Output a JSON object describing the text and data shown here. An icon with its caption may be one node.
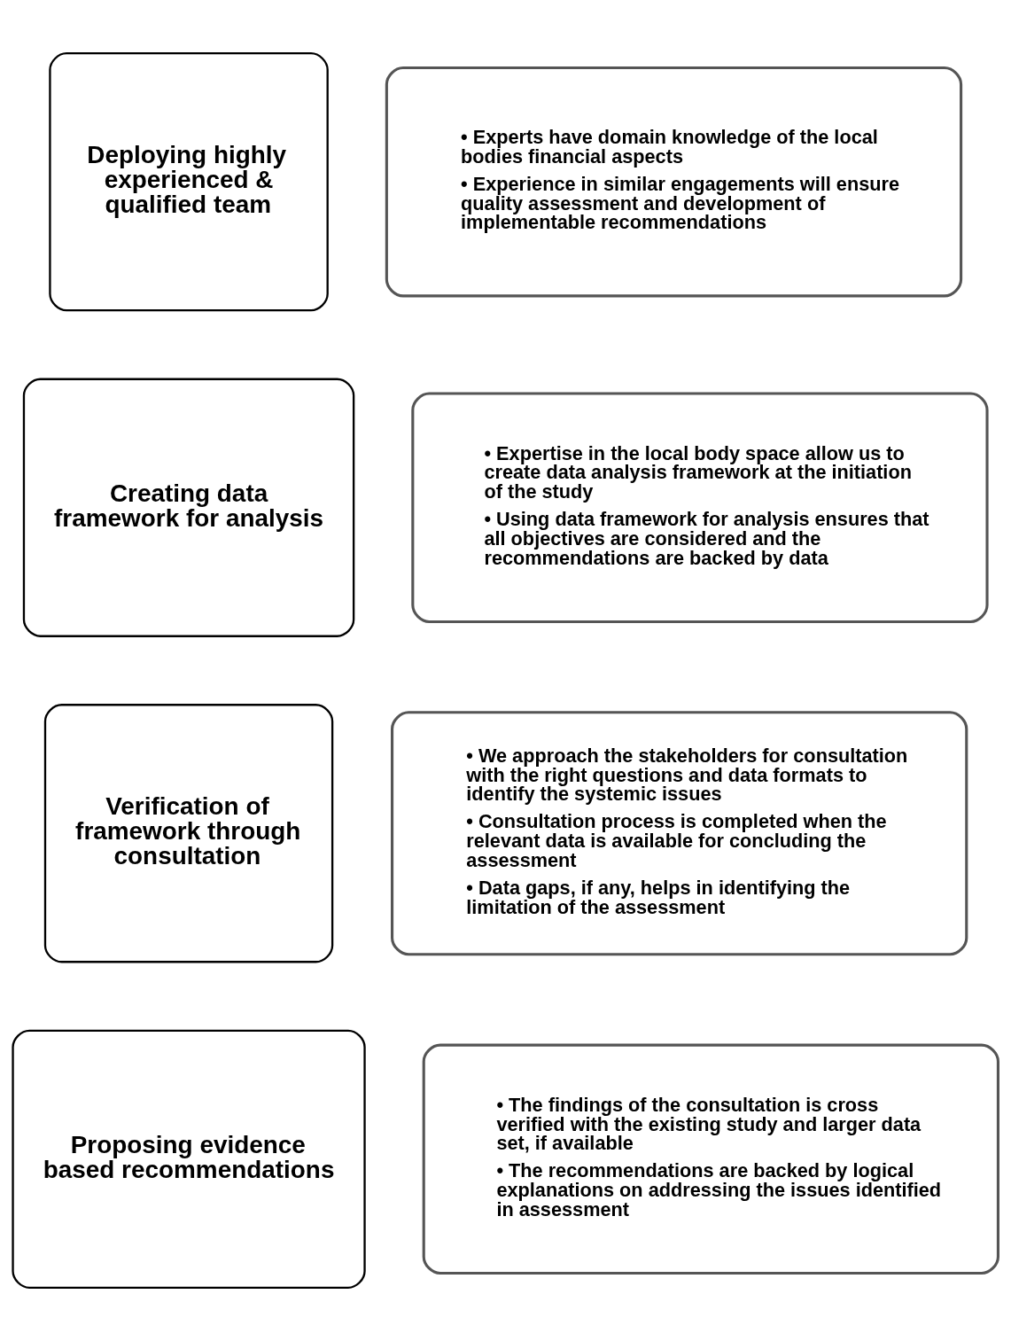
{
  "diagram": {
    "nodes": [
      {
        "text": [
          "Deploying highly experienced & qualified team"
        ]
      },
      {
        "text": [
          "• Experts have domain knowledge of the local bodies financial aspects",
          "• Experience in similar engagements will ensure quality assessment and development of implementable recommendations"
        ]
      },
      {
        "text": [
          "Creating data framework for analysis"
        ]
      },
      {
        "text": [
          "• Expertise in the local body space allow us to create data analysis framework at the initiation of the study",
          "• Using data framework for analysis ensures that all objectives are considered and the recommendations are backed by data"
        ]
      },
      {
        "text": [
          "Verification of framework through consultation"
        ]
      },
      {
        "text": [
          "• We approach the stakeholders for consultation with the right questions and data formats to identify the systemic issues",
          "• Consultation process is completed when the relevant data is available for concluding the assessment",
          "• Data gaps, if any, helps in identifying the limitation of the assessment"
        ]
      },
      {
        "text": [
          "Proposing evidence based recommendations"
        ]
      },
      {
        "text": [
          "• The findings of the consultation is cross verified with the existing study and larger data set, if available",
          "• The recommendations are backed by logical explanations on addressing the issues identified in assessment"
        ]
      }
    ]
  }
}
